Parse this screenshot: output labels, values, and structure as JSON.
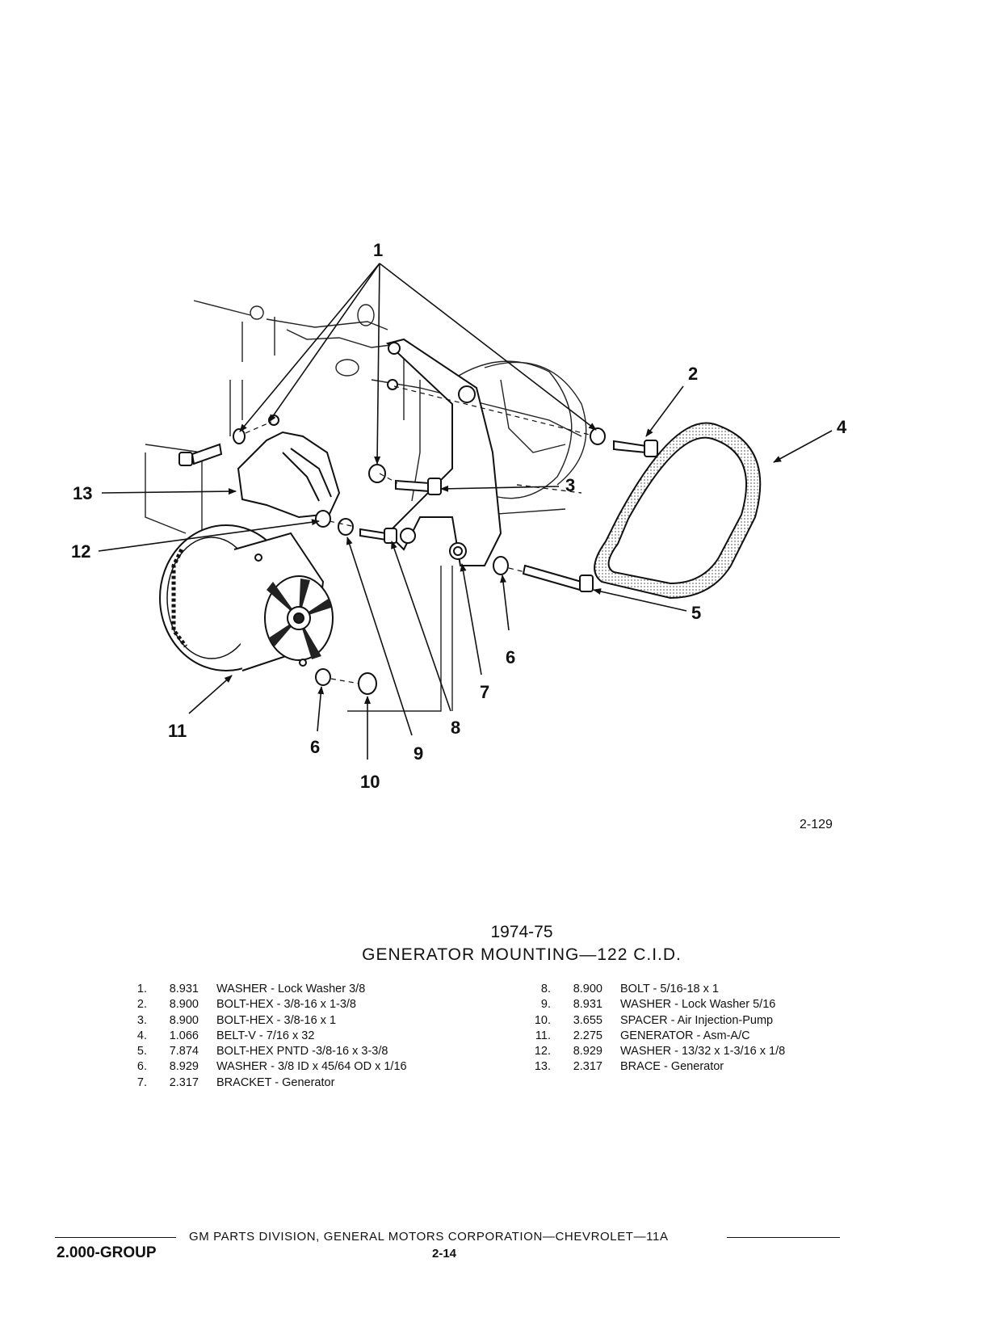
{
  "callouts": [
    "1",
    "2",
    "3",
    "4",
    "5",
    "6",
    "7",
    "8",
    "9",
    "10",
    "11",
    "12",
    "13",
    "6"
  ],
  "figure_ref": "2-129",
  "title": {
    "year": "1974-75",
    "main": "GENERATOR MOUNTING—122 C.I.D."
  },
  "parts_left": [
    {
      "num": "1.",
      "code": "8.931",
      "desc": "WASHER - Lock Washer 3/8"
    },
    {
      "num": "2.",
      "code": "8.900",
      "desc": "BOLT-HEX - 3/8-16 x 1-3/8"
    },
    {
      "num": "3.",
      "code": "8.900",
      "desc": "BOLT-HEX - 3/8-16 x 1"
    },
    {
      "num": "4.",
      "code": "1.066",
      "desc": "BELT-V - 7/16 x 32"
    },
    {
      "num": "5.",
      "code": "7.874",
      "desc": "BOLT-HEX PNTD -3/8-16 x 3-3/8"
    },
    {
      "num": "6.",
      "code": "8.929",
      "desc": "WASHER - 3/8 ID x 45/64 OD x 1/16"
    },
    {
      "num": "7.",
      "code": "2.317",
      "desc": "BRACKET - Generator"
    }
  ],
  "parts_right": [
    {
      "num": "8.",
      "code": "8.900",
      "desc": "BOLT - 5/16-18 x 1"
    },
    {
      "num": "9.",
      "code": "8.931",
      "desc": "WASHER - Lock Washer 5/16"
    },
    {
      "num": "10.",
      "code": "3.655",
      "desc": "SPACER - Air Injection-Pump"
    },
    {
      "num": "11.",
      "code": "2.275",
      "desc": "GENERATOR - Asm-A/C"
    },
    {
      "num": "12.",
      "code": "8.929",
      "desc": "WASHER - 13/32 x 1-3/16 x 1/8"
    },
    {
      "num": "13.",
      "code": "2.317",
      "desc": "BRACE - Generator"
    }
  ],
  "footer": {
    "text": "GM PARTS DIVISION, GENERAL MOTORS CORPORATION—CHEVROLET—11A",
    "group": "2.000-GROUP",
    "page": "2-14"
  }
}
